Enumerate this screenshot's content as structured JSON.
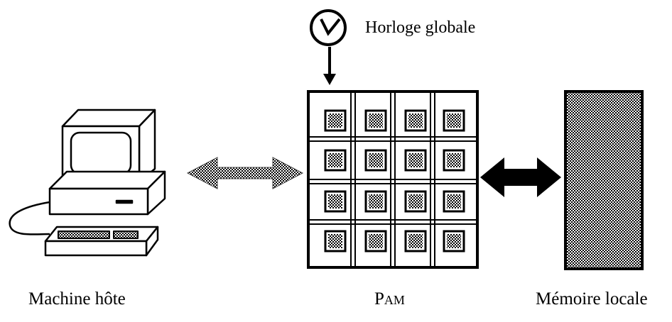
{
  "diagram": {
    "clock_label": "Horloge globale",
    "host_label": "Machine hôte",
    "pam_label": "PAM",
    "memory_label": "Mémoire locale",
    "colors": {
      "ink": "#000000",
      "paper": "#ffffff",
      "pattern_fill": "#777777"
    },
    "icons": [
      "clock-icon",
      "computer-icon",
      "keyboard-icon"
    ],
    "pam_grid": {
      "rows": 4,
      "cols": 4
    }
  }
}
